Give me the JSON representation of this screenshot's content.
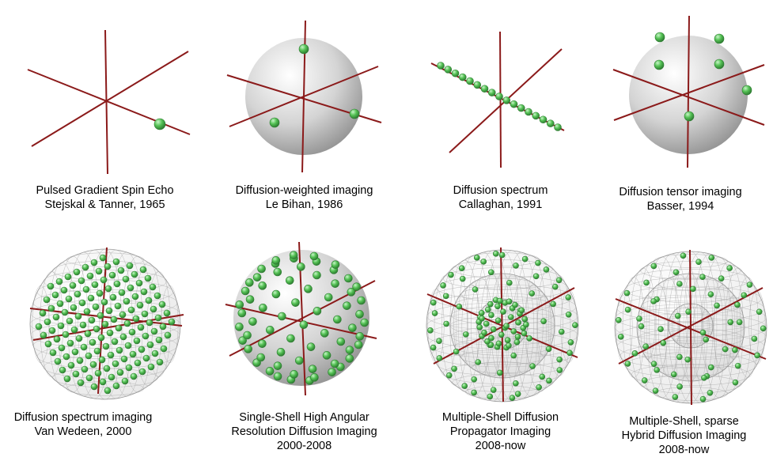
{
  "colors": {
    "axis": "#8b1a1a",
    "sample_fill": "#55c255",
    "sample_stroke": "#2e7d32",
    "sphere_light": "#ffffff",
    "sphere_dark": "#8e8e8e",
    "mesh": "#9a9a9a"
  },
  "panels": [
    {
      "id": "pgse",
      "caption": [
        "Pulsed Gradient Spin Echo",
        "Stejskal & Tanner, 1965"
      ],
      "sphere": "none",
      "samples": "single-point"
    },
    {
      "id": "dwi",
      "caption": [
        "Diffusion-weighted imaging",
        "Le Bihan, 1986"
      ],
      "sphere": "solid",
      "samples": "three-points"
    },
    {
      "id": "ds",
      "caption": [
        "Diffusion spectrum",
        "Callaghan, 1991"
      ],
      "sphere": "none",
      "samples": "line"
    },
    {
      "id": "dti",
      "caption": [
        "Diffusion tensor imaging",
        "Basser, 1994"
      ],
      "sphere": "solid",
      "samples": "six-points"
    },
    {
      "id": "dsi",
      "caption": [
        "Diffusion spectrum imaging",
        "Van Wedeen, 2000"
      ],
      "sphere": "mesh",
      "samples": "cartesian-grid"
    },
    {
      "id": "hardi",
      "caption": [
        "Single-Shell High Angular",
        "Resolution Diffusion Imaging",
        "2000-2008"
      ],
      "sphere": "solid",
      "samples": "single-shell"
    },
    {
      "id": "msdpi",
      "caption": [
        "Multiple-Shell Diffusion",
        "Propagator Imaging",
        "2008-now"
      ],
      "sphere": "mesh-multi",
      "samples": "multi-shell"
    },
    {
      "id": "hydi",
      "caption": [
        "Multiple-Shell, sparse",
        "Hybrid Diffusion Imaging",
        "2008-now"
      ],
      "sphere": "mesh-multi",
      "samples": "multi-shell-sparse"
    }
  ]
}
